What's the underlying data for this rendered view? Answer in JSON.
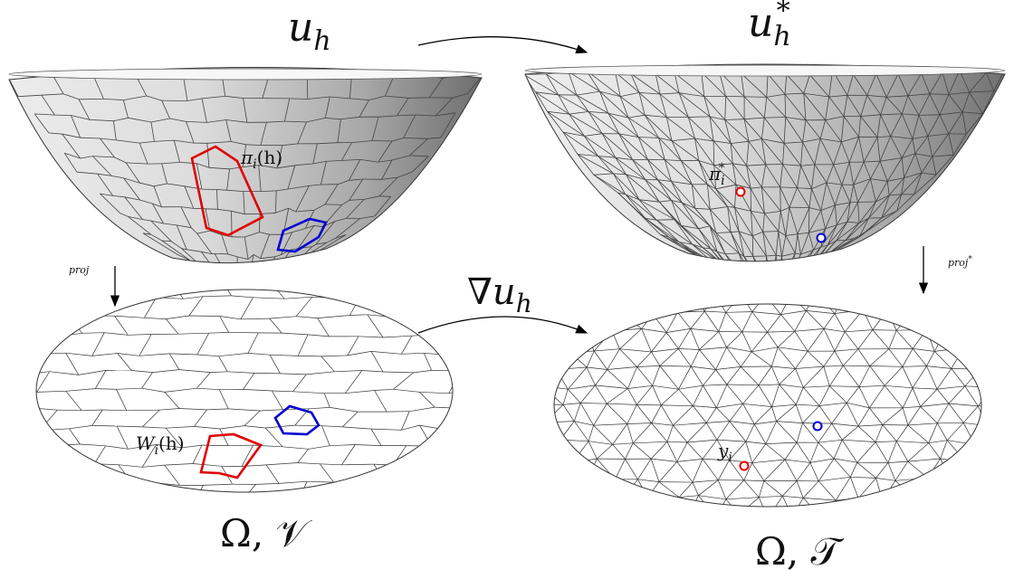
{
  "labels": {
    "uh": "u",
    "uh_sub": "h",
    "uhstar": "u",
    "uhstar_sub": "h",
    "uhstar_sup": "*",
    "pi_i_h": "π",
    "pi_i_h_sub": "i",
    "pi_i_h_arg": "(h)",
    "pi_i_star": "π",
    "pi_i_star_sub": "i",
    "pi_i_star_sup": "*",
    "proj": "proj",
    "proj_star": "proj",
    "proj_star_sup": "*",
    "grad": "∇u",
    "grad_sub": "h",
    "W_i_h": "W",
    "W_i_h_sub": "i",
    "W_i_h_arg": "(h)",
    "y_i": "y",
    "y_i_sub": "i",
    "omega_V": "Ω, 𝒱",
    "omega_T": "Ω, 𝒯"
  },
  "colors": {
    "highlight_red": "#e00000",
    "highlight_blue": "#0000d0",
    "mesh_line": "#333333",
    "arrow": "#000000"
  }
}
